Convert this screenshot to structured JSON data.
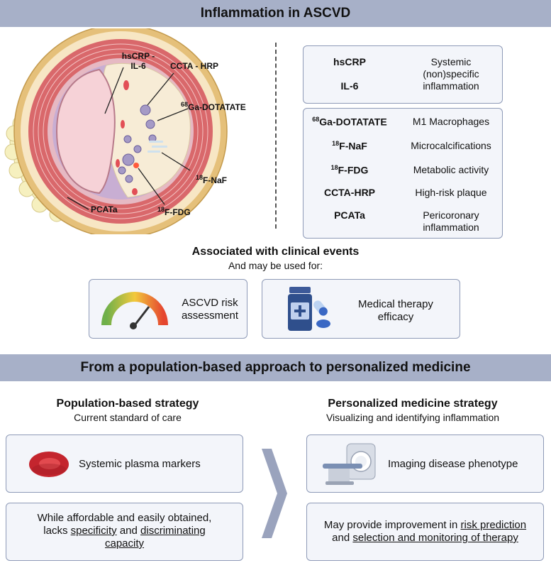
{
  "top_banner": "Inflammation in ASCVD",
  "artery_labels": {
    "hscrp": "hsCRP -",
    "il6": "IL-6",
    "ccta": "CCTA - HRP",
    "ga_sup": "68",
    "ga": "Ga-DOTATATE",
    "naf_sup": "18",
    "naf": "F-NaF",
    "fdg_sup": "18",
    "fdg": "F-FDG",
    "pcata": "PCATa"
  },
  "systemic_box": {
    "marker1": "hsCRP",
    "marker2": "IL-6",
    "desc_line1": "Systemic",
    "desc_line2": "(non)specific",
    "desc_line3": "inflammation"
  },
  "imaging_box": {
    "rows": [
      {
        "sup": "68",
        "marker": "Ga-DOTATATE",
        "desc": "M1 Macrophages"
      },
      {
        "sup": "18",
        "marker": "F-NaF",
        "desc": "Microcalcifications"
      },
      {
        "sup": "18",
        "marker": "F-FDG",
        "desc": "Metabolic activity"
      },
      {
        "sup": "",
        "marker": "CCTA-HRP",
        "desc": "High-risk plaque"
      },
      {
        "sup": "",
        "marker": "PCATa",
        "desc": "Pericoronary",
        "desc2": "inflammation"
      }
    ]
  },
  "associated": {
    "title": "Associated with clinical events",
    "subtitle": "And may be used for:"
  },
  "uses": {
    "risk_line1": "ASCVD risk",
    "risk_line2": "assessment",
    "therapy_line1": "Medical therapy",
    "therapy_line2": "efficacy"
  },
  "mid_banner": "From a population-based approach to personalized medicine",
  "population": {
    "title": "Population-based strategy",
    "subtitle": "Current standard of care",
    "box1": "Systemic plasma markers",
    "box2_line1": "While affordable and easily obtained,",
    "box2_lacks": "lacks",
    "box2_specificity": "specificity",
    "box2_and": "and",
    "box2_discriminating": "discriminating",
    "box2_capacity": "capacity"
  },
  "personalized": {
    "title": "Personalized medicine strategy",
    "subtitle": "Visualizing and identifying inflammation",
    "box1": "Imaging disease phenotype",
    "box2_line1a": "May provide improvement in",
    "box2_risk": "risk prediction",
    "box2_and": "and",
    "box2_selection": "selection and monitoring of therapy"
  },
  "colors": {
    "banner": "#a7b0c8",
    "box_border": "#8e9ab7",
    "box_fill": "#f3f5fa",
    "arrow": "#9aa3bd"
  }
}
